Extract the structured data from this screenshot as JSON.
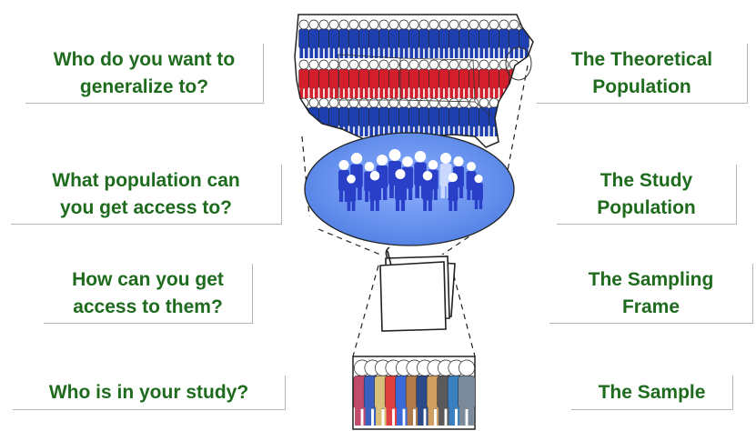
{
  "left_labels": [
    "Who do you want to\ngeneralize to?",
    "What population can\nyou get access to?",
    "How can you get\naccess to them?",
    "Who is in your study?"
  ],
  "right_labels": [
    "The Theoretical\nPopulation",
    "The Study\nPopulation",
    "The Sampling\nFrame",
    "The Sample"
  ],
  "colors": {
    "label_text": "#1e6b1e",
    "map_red": "#d31f2b",
    "map_blue": "#1d3fb0",
    "ellipse_fill": "#5a86e8",
    "people_blue": "#2a3fc8"
  },
  "icons": [
    "us-map-icon",
    "crowd-ellipse-icon",
    "stack-of-papers-icon",
    "sample-people-icon"
  ]
}
